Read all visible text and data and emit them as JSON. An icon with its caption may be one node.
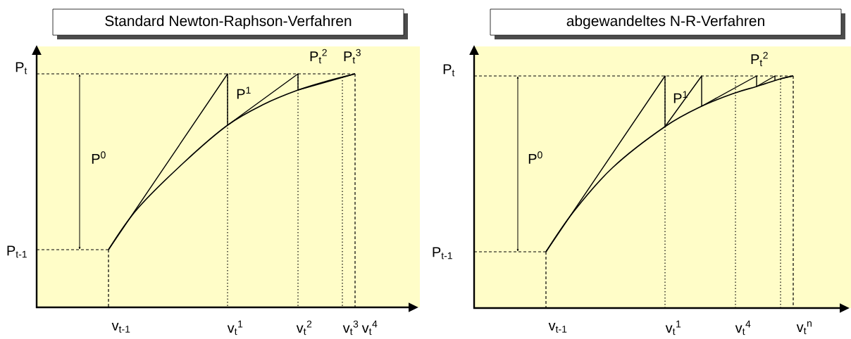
{
  "diagram": {
    "nodes": [
      {
        "text": [
          "Standard Newton-Raphson-Verfahren"
        ]
      },
      {
        "text": [
          "abgewandeltes N-R-Verfahren"
        ]
      }
    ],
    "labels": [
      "P$_{t}$",
      "P$_{t-1}$",
      "P$^{0}$",
      "P$^{1}$",
      "P$_{t}$$^{2}$",
      "P$_{t}$$^{3}$",
      "v$_{t-1}$",
      "v$_{t}$$^{1}$",
      "v$_{t}$$^{2}$",
      "v$_{t}$$^{3}$",
      "v$_{t}$$^{4}$",
      "P$_{t}$",
      "P$_{t-1}$",
      "P$^{0}$",
      "P$^{1}$",
      "P$_{t}$$^{2}$",
      "v$_{t-1}$",
      "v$_{t}$$^{1}$",
      "v$_{t}$$^{4}$",
      "v$_{t}$$^{n}$"
    ]
  }
}
